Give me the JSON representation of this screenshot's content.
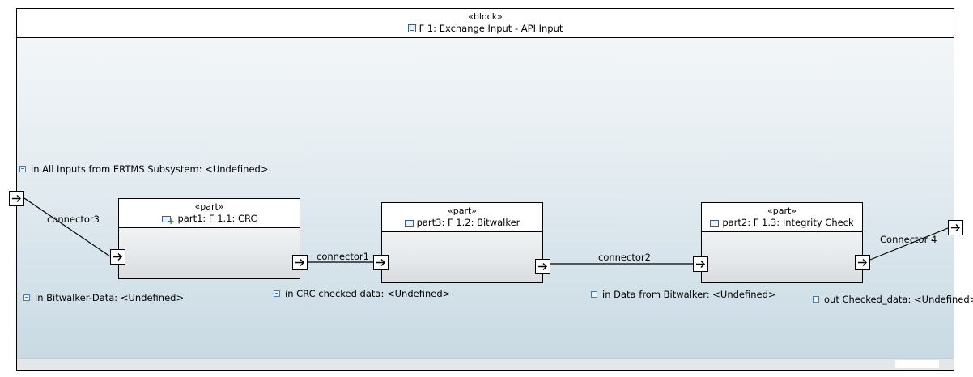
{
  "outer_block": {
    "stereotype": "«block»",
    "icon": "block-icon",
    "title": "F 1: Exchange Input - API Input"
  },
  "parts": [
    {
      "id": "part1",
      "stereotype": "«part»",
      "icon": "part-icon-with-plus",
      "title": "part1: F 1.1: CRC"
    },
    {
      "id": "part3",
      "stereotype": "«part»",
      "icon": "part-icon",
      "title": "part3: F 1.2: Bitwalker"
    },
    {
      "id": "part2",
      "stereotype": "«part»",
      "icon": "part-icon",
      "title": "part2: F 1.3: Integrity Check"
    }
  ],
  "connectors": [
    {
      "label": "connector3"
    },
    {
      "label": "connector1"
    },
    {
      "label": "connector2"
    },
    {
      "label": "Connector 4"
    }
  ],
  "port_labels": [
    {
      "text": "in All Inputs from ERTMS Subsystem: <Undefined>"
    },
    {
      "text": "in Bitwalker-Data: <Undefined>"
    },
    {
      "text": "in CRC checked data: <Undefined>"
    },
    {
      "text": "in Data from Bitwalker: <Undefined>"
    },
    {
      "text": "out Checked_data: <Undefined>"
    }
  ],
  "colors": {
    "line": "#000000",
    "port_label_icon": "#4a78b4",
    "block_gradient_bottom": "#c7d9e3"
  }
}
